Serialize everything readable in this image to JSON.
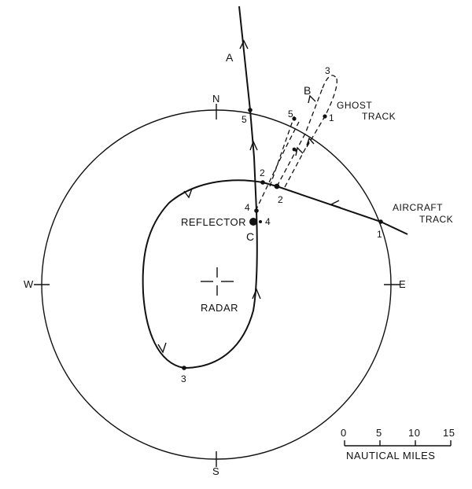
{
  "compass": {
    "north": "N",
    "south": "S",
    "east": "E",
    "west": "W"
  },
  "labels": {
    "track_a": "A",
    "ghost_b": "B",
    "reflector_c": "C",
    "reflector": "REFLECTOR",
    "radar": "RADAR",
    "ghost_track_line1": "GHOST",
    "ghost_track_line2": "TRACK",
    "aircraft_track_line1": "AIRCRAFT",
    "aircraft_track_line2": "TRACK"
  },
  "aircraft_points": {
    "p1": "1",
    "p2": "2",
    "p3": "3",
    "p4": "4",
    "p5": "5"
  },
  "ghost_points": {
    "g1": "1",
    "g2": "2",
    "g3": "3",
    "g4": "4",
    "g5": "5"
  },
  "reflector_point": "4",
  "scale": {
    "ticks": [
      "0",
      "5",
      "10",
      "15"
    ],
    "unit": "NAUTICAL MILES"
  }
}
